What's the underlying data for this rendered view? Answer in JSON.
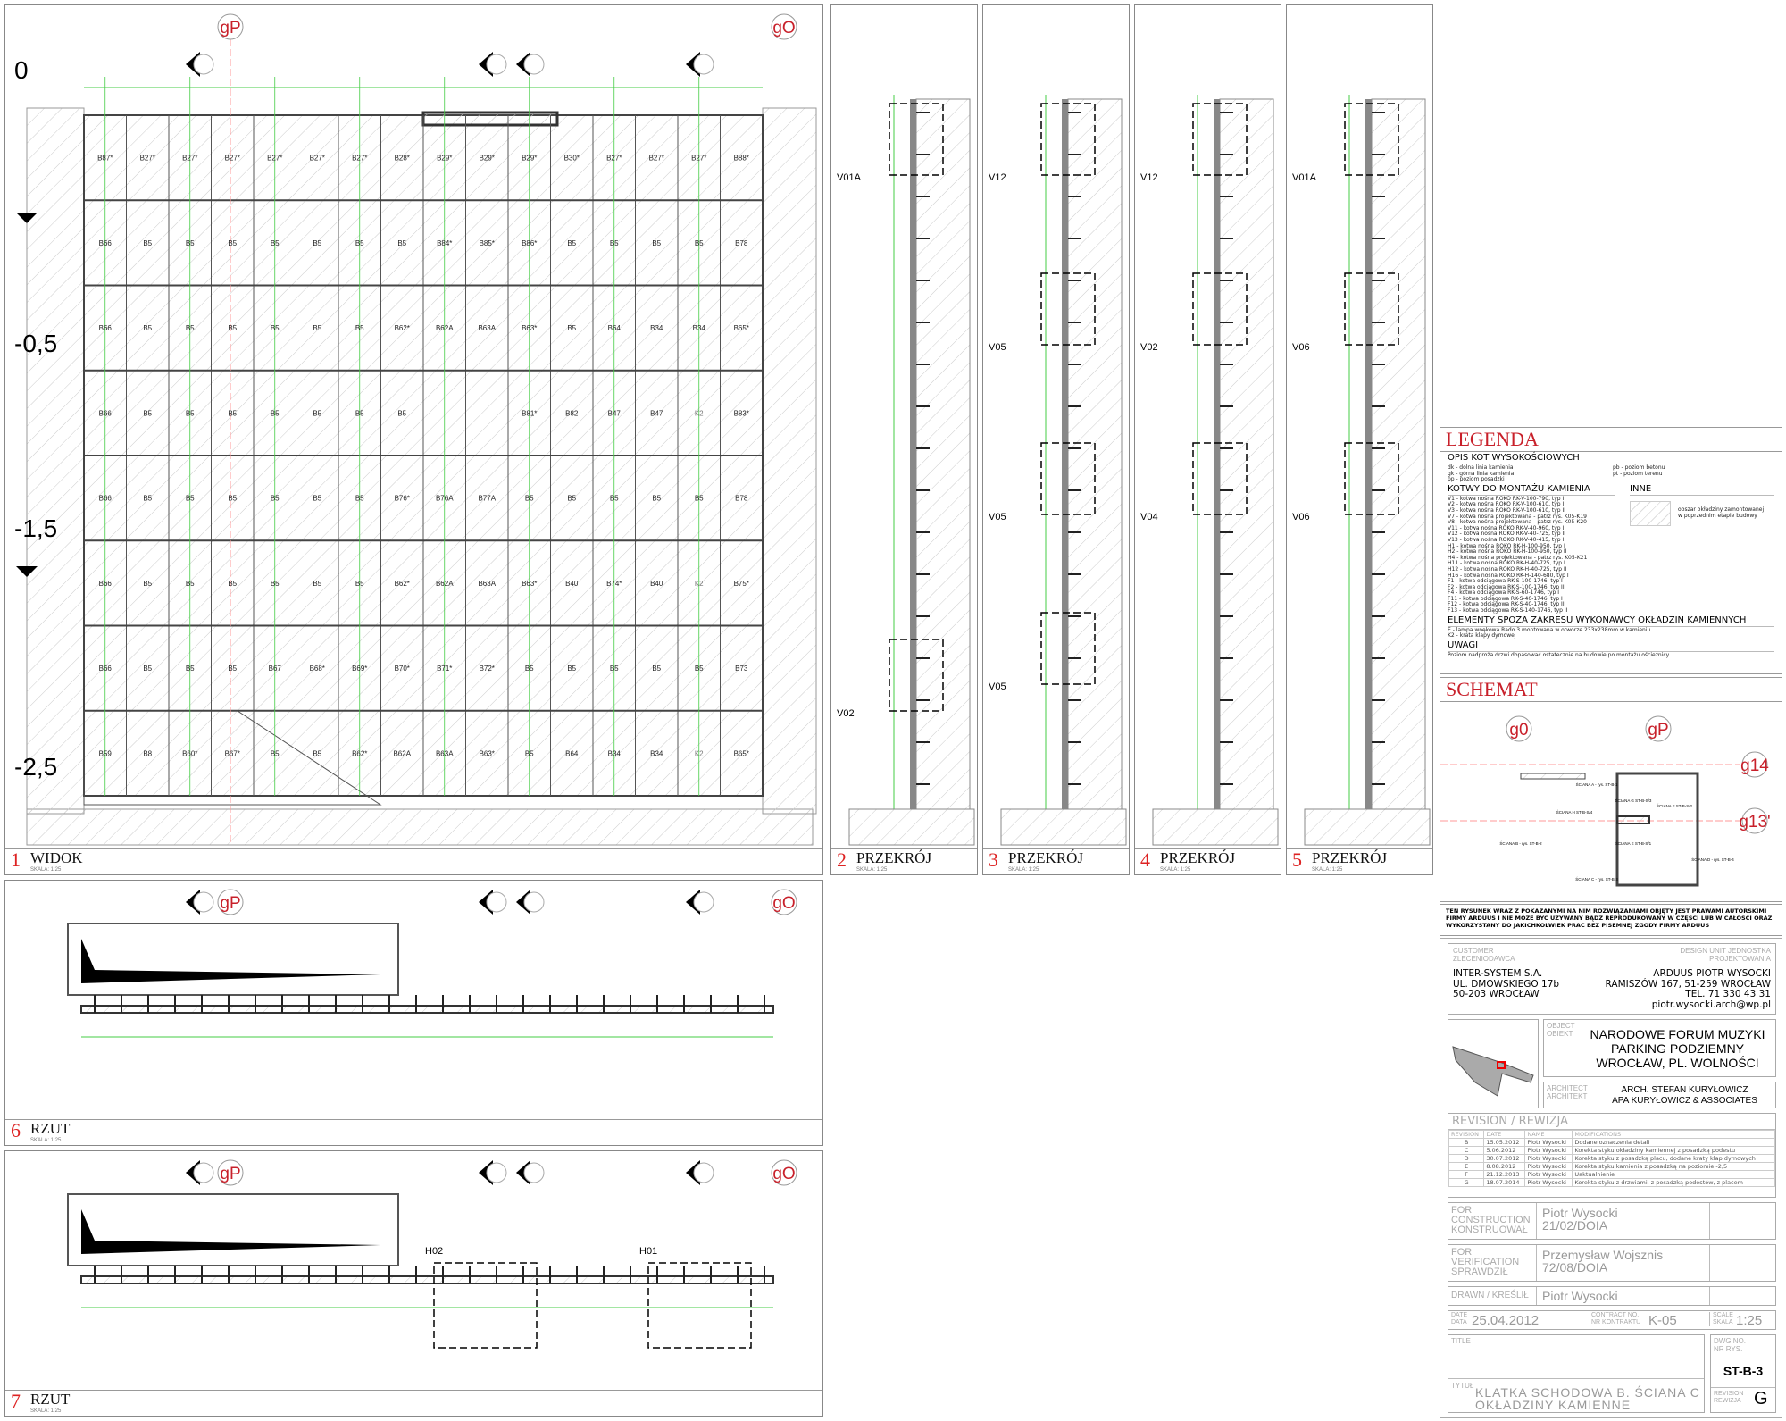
{
  "levels": [
    "0",
    "-0,5",
    "-1,5",
    "-2,5"
  ],
  "grid_bubbles": {
    "left": "gP",
    "right": "gO"
  },
  "views": [
    {
      "num": "1",
      "title": "WIDOK",
      "scale": "SKALA: 1:25"
    },
    {
      "num": "2",
      "title": "PRZEKRÓJ",
      "scale": "SKALA: 1:25"
    },
    {
      "num": "3",
      "title": "PRZEKRÓJ",
      "scale": "SKALA: 1:25"
    },
    {
      "num": "4",
      "title": "PRZEKRÓJ",
      "scale": "SKALA: 1:25"
    },
    {
      "num": "5",
      "title": "PRZEKRÓJ",
      "scale": "SKALA: 1:25"
    },
    {
      "num": "6",
      "title": "RZUT",
      "scale": "SKALA: 1:25"
    },
    {
      "num": "7",
      "title": "RZUT",
      "scale": "SKALA: 1:25"
    }
  ],
  "panel_rows": [
    [
      "B87*",
      "B27*",
      "B27*",
      "B27*",
      "B27*",
      "B27*",
      "B27*",
      "B28*",
      "B29*",
      "B29*",
      "B29*",
      "B30*",
      "B27*",
      "B27*",
      "B27*",
      "B88*"
    ],
    [
      "B66",
      "B5",
      "B5",
      "B5",
      "B5",
      "B5",
      "B5",
      "B5",
      "B84*",
      "B85*",
      "B86*",
      "B5",
      "B5",
      "B5",
      "B5",
      "B78"
    ],
    [
      "B66",
      "B5",
      "B5",
      "B5",
      "B5",
      "B5",
      "B5",
      "B62*",
      "B62A",
      "B63A",
      "B63*",
      "B5",
      "B64",
      "B34",
      "B34",
      "B65*"
    ],
    [
      "B66",
      "B5",
      "B5",
      "B5",
      "B5",
      "B5",
      "B5",
      "B5",
      "",
      "",
      "B81*",
      "B82",
      "B47",
      "B47",
      "K2",
      "B83*"
    ],
    [
      "B66",
      "B5",
      "B5",
      "B5",
      "B5",
      "B5",
      "B5",
      "B76*",
      "B76A",
      "B77A",
      "B5",
      "B5",
      "B5",
      "B5",
      "B5",
      "B78"
    ],
    [
      "B66",
      "B5",
      "B5",
      "B5",
      "B5",
      "B5",
      "B5",
      "B62*",
      "B62A",
      "B63A",
      "B63*",
      "B40",
      "B74*",
      "B40",
      "K2",
      "B75*"
    ],
    [
      "B66",
      "B5",
      "B5",
      "B5",
      "B67",
      "B68*",
      "B69*",
      "B70*",
      "B71*",
      "B72*",
      "B5",
      "B5",
      "B5",
      "B5",
      "B5",
      "B73"
    ],
    [
      "B59",
      "B8",
      "B60*",
      "B67*",
      "B5",
      "B5",
      "B62*",
      "B62A",
      "B63A",
      "B63*",
      "B5",
      "B64",
      "B34",
      "B34",
      "K2",
      "B65*"
    ]
  ],
  "section_tags": {
    "s2": [
      "V01A",
      "V02"
    ],
    "s3": [
      "V12",
      "V05",
      "V05",
      "V05"
    ],
    "s4": [
      "V12",
      "V02",
      "V04"
    ],
    "s5": [
      "V01A",
      "V06",
      "V06"
    ],
    "s7": [
      "H02",
      "H01"
    ]
  },
  "legend": {
    "title": "LEGENDA",
    "levels_heading": "OPIS KOT WYSOKOŚCIOWYCH",
    "levels_left": [
      "dk - dolna linia kamienia",
      "gk - górna linia kamienia",
      "pp - poziom posadzki"
    ],
    "levels_right": [
      "pb - poziom betonu",
      "pt - poziom terenu"
    ],
    "anchors_heading": "KOTWY DO MONTAŻU KAMIENIA",
    "anchors": [
      "V1 - kotwa nośna ROKO RK-V-100-790, typ I",
      "V2 - kotwa nośna ROKO RK-V-100-610, typ I",
      "V3 - kotwa nośna ROKO RK-V-100-610, typ II",
      "V7 - kotwa nośna projektowana - patrz rys. K05-K19",
      "V8 - kotwa nośna projektowana - patrz rys. K05-K20",
      "V11 - kotwa nośna ROKO RK-V-40-960, typ I",
      "V12 - kotwa nośna ROKO RK-V-40-725, typ II",
      "V13 - kotwa nośna ROKO RK-V-40-415, typ I",
      "H1 - kotwa nośna ROKO RK-H-100-950, typ I",
      "H2 - kotwa nośna ROKO RK-H-100-950, typ II",
      "H4 - kotwa nośna projektowana - patrz rys. K05-K21",
      "H11 - kotwa nośna ROKO RK-H-40-725, typ I",
      "H12 - kotwa nośna ROKO RK-H-40-725, typ II",
      "H16 - kotwa nośna ROKO RK-H-140-680, typ I",
      "F1 - kotwa odciągowa RK-S-100-1746, typ I",
      "F2 - kotwa odciągowa RK-S-100-1746, typ II",
      "F4 - kotwa odciągowa RK-S-60-1746, typ I",
      "F11 - kotwa odciągowa RK-S-40-1746, typ I",
      "F12 - kotwa odciągowa RK-S-40-1746, typ II",
      "F13 - kotwa odciągowa RK-S-140-1746, typ II"
    ],
    "other_heading": "INNE",
    "other_text": "obszar okładziny zamontowanej w poprzednim etapie budowy",
    "outside_heading": "ELEMENTY SPOZA ZAKRESU WYKONAWCY OKŁADZIN KAMIENNYCH",
    "outside": [
      "E - lampa wnękowa Rado 3 montowana w otworze 233x238mm w kamieniu",
      "K2 - krata klapy dymowej"
    ],
    "notes_heading": "UWAGI",
    "notes": "Poziom nadproża drzwi dopasować ostatecznie na budowie po montażu ościeżnicy"
  },
  "schemat": {
    "title": "SCHEMAT",
    "bubbles": [
      "g0",
      "gP",
      "g14",
      "g13'"
    ],
    "walls": [
      "ŚCIANA A - rys. ST-B-1",
      "ŚCIANA B - rys. ST-B-2",
      "ŚCIANA C - rys. ST-B-3",
      "ŚCIANA D - rys. ST-B-4",
      "ŚCIANA E ST-B-S/1",
      "ŚCIANA F ST-B-S/2",
      "ŚCIANA G ST-B-S/3",
      "ŚCIANA H ST-B-S/4"
    ]
  },
  "copyright": "TEN RYSUNEK WRAZ Z POKAZANYMI NA NIM ROZWIĄZANIAMI OBJĘTY JEST PRAWAMI AUTORSKIMI FIRMY ARDUUS I NIE MOŻE BYĆ UŻYWANY BĄDŹ REPRODUKOWANY W CZĘŚCI LUB W CAŁOŚCI ORAZ WYKORZYSTANY DO JAKICHKOLWIEK PRAC BEZ PISEMNEJ ZGODY FIRMY ARDUUS",
  "title_block": {
    "customer_label": "CUSTOMER ZLECENIODAWCA",
    "customer": [
      "INTER-SYSTEM S.A.",
      "UL. DMOWSKIEGO 17b",
      "50-203 WROCŁAW"
    ],
    "design_label": "DESIGN UNIT JEDNOSTKA PROJEKTOWANIA",
    "design": [
      "ARDUUS PIOTR WYSOCKI",
      "RAMISZÓW 167, 51-259 WROCŁAW",
      "TEL. 71 330 43 31",
      "piotr.wysocki.arch@wp.pl"
    ],
    "object_label": "OBJECT OBIEKT",
    "object": [
      "NARODOWE FORUM MUZYKI",
      "PARKING PODZIEMNY",
      "WROCŁAW, PL. WOLNOŚCI"
    ],
    "architect_label": "ARCHITECT ARCHITEKT",
    "architect": [
      "ARCH. STEFAN KURYŁOWICZ",
      "APA KURYŁOWICZ & ASSOCIATES"
    ],
    "revision_title": "REVISION / REWIZJA",
    "revision_headers": [
      "REVISION",
      "DATE",
      "NAME",
      "MODIFICATIONS"
    ],
    "revisions": [
      [
        "B",
        "15.05.2012",
        "Piotr Wysocki",
        "Dodane oznaczenia detali"
      ],
      [
        "C",
        "5.06.2012",
        "Piotr Wysocki",
        "Korekta styku okładziny kamiennej z posadzką podestu"
      ],
      [
        "D",
        "30.07.2012",
        "Piotr Wysocki",
        "Korekta styku z posadzką placu, dodane kraty klap dymowych"
      ],
      [
        "E",
        "8.08.2012",
        "Piotr Wysocki",
        "Korekta styku kamienia z posadzką na poziomie -2,5"
      ],
      [
        "F",
        "21.12.2013",
        "Piotr Wysocki",
        "Uaktualnienie"
      ],
      [
        "G",
        "18.07.2014",
        "Piotr Wysocki",
        "Korekta styku z drzwiami, z posadzką podestów, z placem"
      ]
    ],
    "construction_label": "FOR CONSTRUCTION KONSTRUOWAŁ",
    "construction": [
      "Piotr Wysocki",
      "21/02/DOIA"
    ],
    "verification_label": "FOR VERIFICATION SPRAWDZIŁ",
    "verification": [
      "Przemysław Wojsznis",
      "72/08/DOIA"
    ],
    "drawn_label": "DRAWN / KREŚLIŁ",
    "drawn": "Piotr Wysocki",
    "date_label": "DATE DATA",
    "date": "25.04.2012",
    "contract_label": "CONTRACT NO. NR KONTRAKTU",
    "contract": "K-05",
    "scale_label": "SCALE SKALA",
    "scale": "1:25",
    "title_label": "TITLE",
    "title_label_pl": "TYTUŁ",
    "title": [
      "KLATKA SCHODOWA B. ŚCIANA C",
      "OKŁADZINY KAMIENNE"
    ],
    "dwg_label": "DWG NO. NR RYS.",
    "dwg": "ST-B-3",
    "rev_label": "REVISION REWIZJA",
    "rev": "G"
  }
}
